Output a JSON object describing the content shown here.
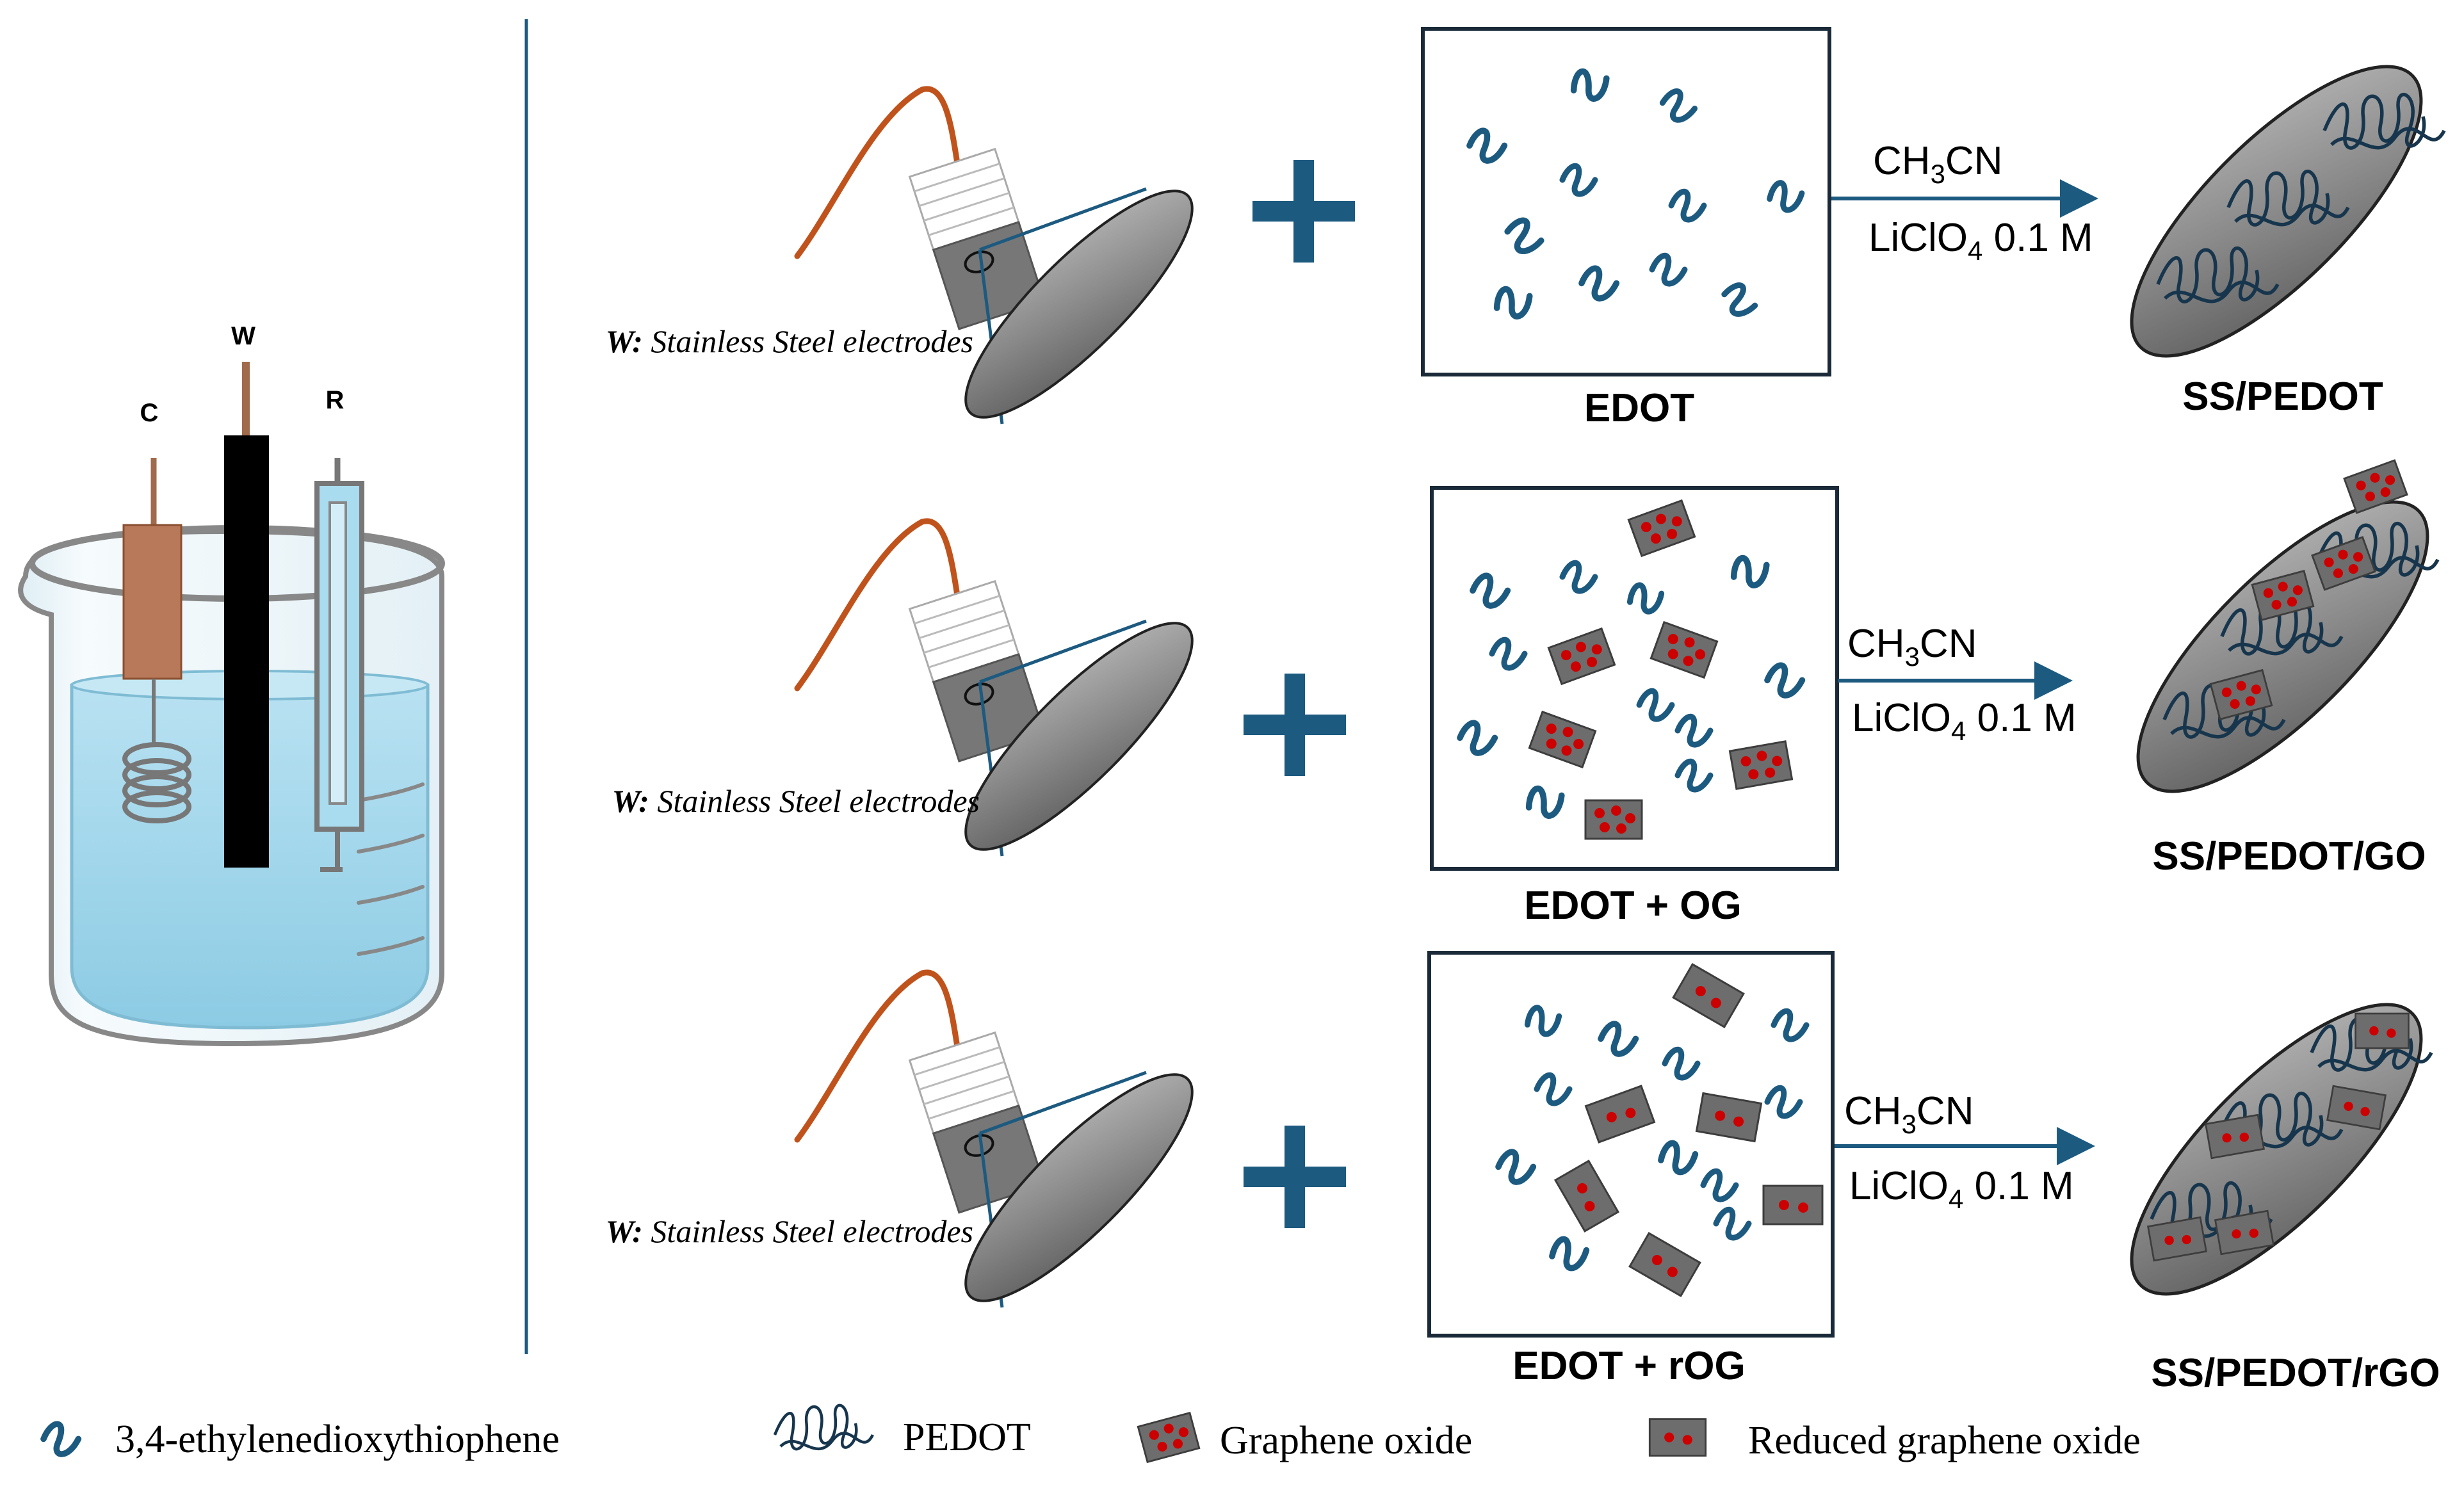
{
  "cell": {
    "label_counter": "C",
    "label_working": "W",
    "label_reference": "R"
  },
  "rows": [
    {
      "electrode_prefix": "W:",
      "electrode_label": "Stainless Steel electrodes",
      "solution_label": "EDOT",
      "solvent": "CH",
      "solvent_sub": "3",
      "solvent_end": "CN",
      "salt": "LiClO",
      "salt_sub": "4",
      "salt_end": "0.1 M",
      "product_label": "SS/PEDOT"
    },
    {
      "electrode_prefix": "W:",
      "electrode_label": "Stainless Steel electrodes",
      "solution_label": "EDOT + OG",
      "solvent": "CH",
      "solvent_sub": "3",
      "solvent_end": "CN",
      "salt": "LiClO",
      "salt_sub": "4",
      "salt_end": "0.1 M",
      "product_label": "SS/PEDOT/GO"
    },
    {
      "electrode_prefix": "W:",
      "electrode_label": "Stainless Steel electrodes",
      "solution_label": "EDOT + rOG",
      "solvent": "CH",
      "solvent_sub": "3",
      "solvent_end": "CN",
      "salt": "LiClO",
      "salt_sub": "4",
      "salt_end": "0.1 M",
      "product_label": "SS/PEDOT/rGO"
    }
  ],
  "legend": [
    {
      "icon": "edot-monomer-icon",
      "label": "3,4-ethylenedioxythiophene"
    },
    {
      "icon": "pedot-chain-icon",
      "label": "PEDOT"
    },
    {
      "icon": "graphene-oxide-icon",
      "label": "Graphene oxide"
    },
    {
      "icon": "reduced-graphene-oxide-icon",
      "label": "Reduced graphene oxide"
    }
  ],
  "colors": {
    "accent": "#1d5a80",
    "wire": "#c0531c",
    "flake": "#666666",
    "dot": "#cc0000",
    "electrode_grey": "#777777",
    "disc_grey": "#8a8a8a",
    "water": "#a9d8ea",
    "counter_electrode": "#b8795a"
  }
}
